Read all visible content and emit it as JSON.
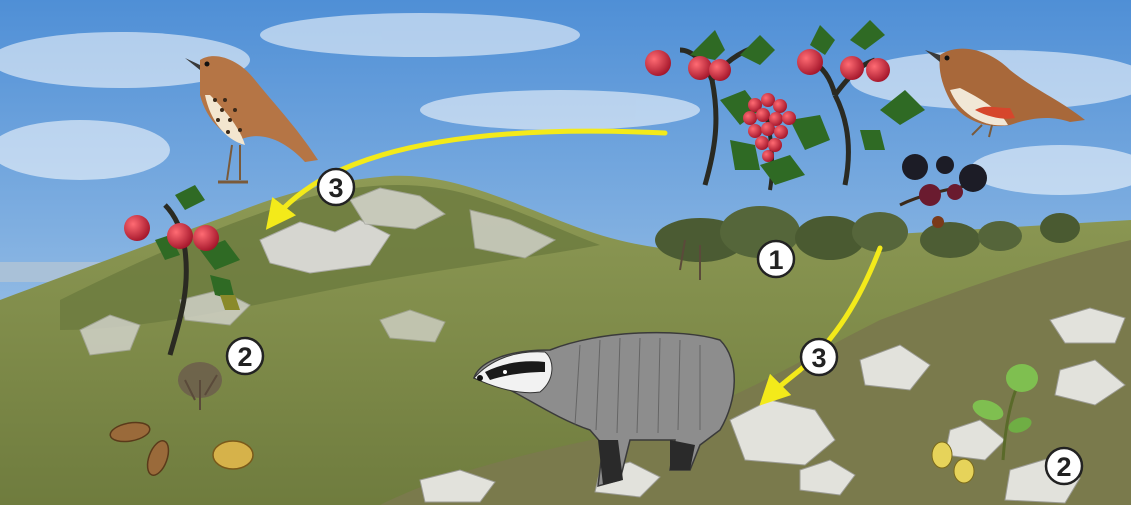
{
  "labels": {
    "patch_center": "1",
    "dispersal_left": "3",
    "dispersal_right": "3",
    "seedling_left": "2",
    "seedling_right": "2"
  },
  "colors": {
    "sky_top": "#4f8fd6",
    "sky_bottom": "#c5dcef",
    "hill": "#7f8f4e",
    "grass": "#8a9450",
    "rock": "#d8d8d4",
    "arrow": "#f3ea1a",
    "berry": "#c21f32",
    "holly_leaf": "#2f6a24",
    "blackberry": "#1c1c26",
    "thrush_back": "#a8683a",
    "badger_body": "#8d8d8d",
    "marker_fill": "#ffffff"
  },
  "icons": [
    "song-thrush-icon",
    "redwing-icon",
    "hawthorn-berries-icon",
    "holly-berries-icon",
    "blackberries-icon",
    "badger-icon",
    "seed-icon",
    "seedling-icon",
    "shrub-patch-icon"
  ]
}
